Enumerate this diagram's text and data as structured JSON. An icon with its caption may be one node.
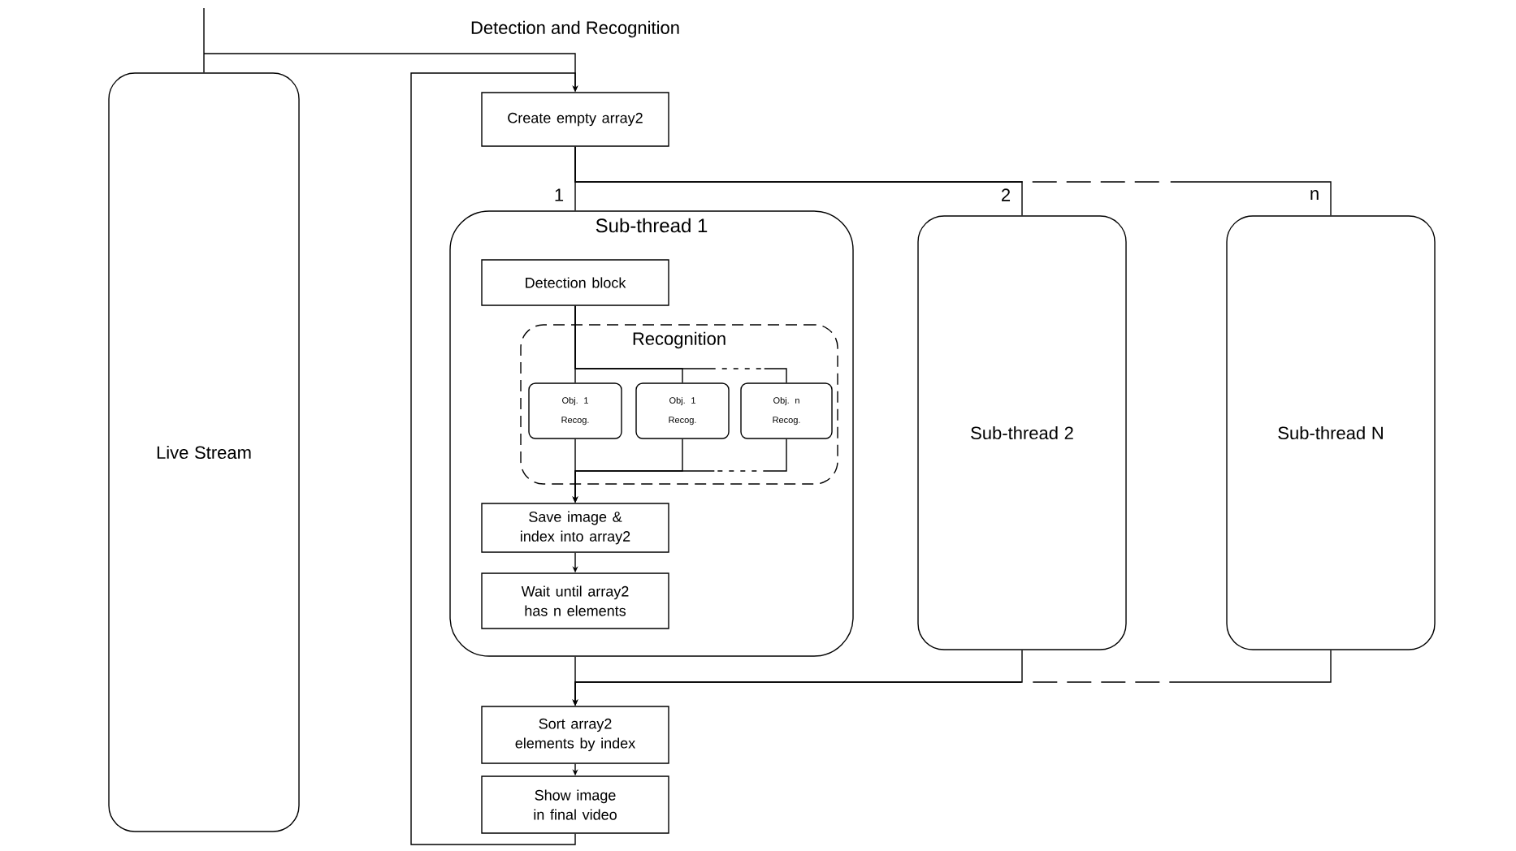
{
  "diagram": {
    "nodes": [
      {
        "text": [
          "Live Stream"
        ]
      },
      {
        "text": [
          "Create empty array2"
        ]
      },
      {
        "text": [
          "Sub-thread 1"
        ]
      },
      {
        "text": [
          "Detection block"
        ],
        "in": 2
      },
      {
        "text": [
          "Recognition"
        ],
        "in": 2
      },
      {
        "text": [
          "Obj. 1 Recog."
        ],
        "in": 4
      },
      {
        "text": [
          "Obj. 1 Recog."
        ],
        "in": 4
      },
      {
        "text": [
          "Obj. n Recog."
        ],
        "in": 4
      },
      {
        "text": [
          "Save image & index into array2"
        ],
        "in": 2
      },
      {
        "text": [
          "Wait until array2 has n elements"
        ],
        "in": 2
      },
      {
        "text": [
          "Sub-thread 2"
        ]
      },
      {
        "text": [
          "Sub-thread N"
        ]
      },
      {
        "text": [
          "Sort array2 elements by index"
        ]
      },
      {
        "text": [
          "Show image in final video"
        ]
      }
    ],
    "edges": [
      {
        "from": 0,
        "to": 1,
        "arrow": "to",
        "label": "Detection and Recognition"
      },
      {
        "from": 13,
        "to": 1,
        "arrow": "to"
      },
      {
        "from": 1,
        "to": 2,
        "arrow": "none",
        "label": "1"
      },
      {
        "from": 1,
        "to": 10,
        "arrow": "none",
        "label": "2"
      },
      {
        "from": 1,
        "to": 11,
        "arrow": "none",
        "label": "n",
        "style": "dashed"
      },
      {
        "from": 3,
        "to": 5,
        "arrow": "none"
      },
      {
        "from": 3,
        "to": 6,
        "arrow": "none"
      },
      {
        "from": 3,
        "to": 7,
        "arrow": "none",
        "style": "dashed"
      },
      {
        "from": 5,
        "to": 8,
        "arrow": "to"
      },
      {
        "from": 6,
        "to": 8,
        "arrow": "to"
      },
      {
        "from": 7,
        "to": 8,
        "arrow": "to",
        "style": "dashed"
      },
      {
        "from": 8,
        "to": 9,
        "arrow": "to"
      },
      {
        "from": 2,
        "to": 12,
        "arrow": "to"
      },
      {
        "from": 10,
        "to": 12,
        "arrow": "to"
      },
      {
        "from": 11,
        "to": 12,
        "arrow": "to",
        "style": "dashed"
      },
      {
        "from": 12,
        "to": 13,
        "arrow": "to"
      }
    ]
  }
}
